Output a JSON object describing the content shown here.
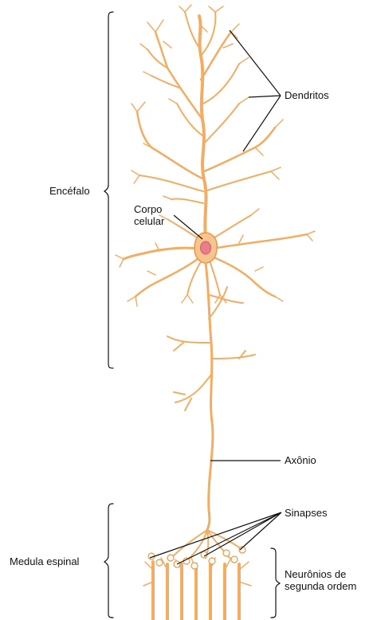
{
  "labels": {
    "encefalo": "Encéfalo",
    "medula": "Medula espinal",
    "dendritos": "Dendritos",
    "corpo_celular_1": "Corpo",
    "corpo_celular_2": "celular",
    "axonio": "Axônio",
    "sinapses": "Sinapses",
    "neuronios_1": "Neurônios de",
    "neuronios_2": "segunda ordem"
  },
  "colors": {
    "neuron": "#f2ad63",
    "neuron_outline": "#e49a4a",
    "soma_fill": "#f7c48d",
    "nucleus": "#e97e8a",
    "line": "#111111"
  }
}
